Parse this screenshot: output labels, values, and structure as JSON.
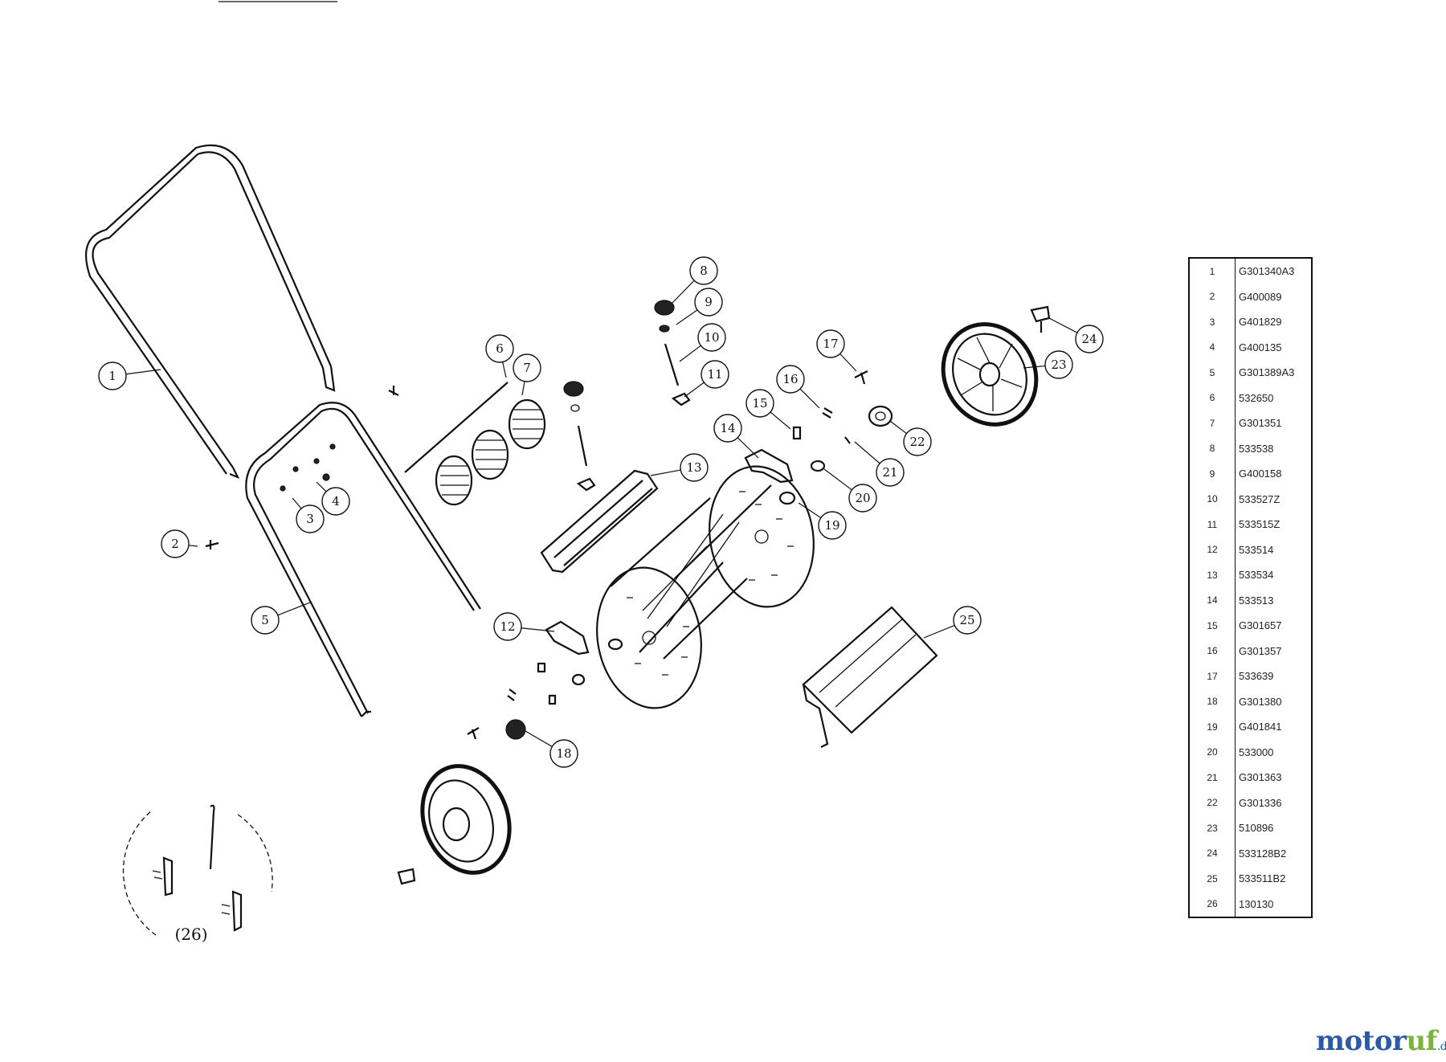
{
  "parts": [
    {
      "num": "1",
      "code": "G301340A3"
    },
    {
      "num": "2",
      "code": "G400089"
    },
    {
      "num": "3",
      "code": "G401829"
    },
    {
      "num": "4",
      "code": "G400135"
    },
    {
      "num": "5",
      "code": "G301389A3"
    },
    {
      "num": "6",
      "code": "532650"
    },
    {
      "num": "7",
      "code": "G301351"
    },
    {
      "num": "8",
      "code": "533538"
    },
    {
      "num": "9",
      "code": "G400158"
    },
    {
      "num": "10",
      "code": "533527Z"
    },
    {
      "num": "11",
      "code": "533515Z"
    },
    {
      "num": "12",
      "code": "533514"
    },
    {
      "num": "13",
      "code": "533534"
    },
    {
      "num": "14",
      "code": "533513"
    },
    {
      "num": "15",
      "code": "G301657"
    },
    {
      "num": "16",
      "code": "G301357"
    },
    {
      "num": "17",
      "code": "533639"
    },
    {
      "num": "18",
      "code": "G301380"
    },
    {
      "num": "19",
      "code": "G401841"
    },
    {
      "num": "20",
      "code": "533000"
    },
    {
      "num": "21",
      "code": "G301363"
    },
    {
      "num": "22",
      "code": "G301336"
    },
    {
      "num": "23",
      "code": "510896"
    },
    {
      "num": "24",
      "code": "533128B2"
    },
    {
      "num": "25",
      "code": "533511B2"
    },
    {
      "num": "26",
      "code": "130130"
    }
  ],
  "callouts": [
    "1",
    "2",
    "3",
    "4",
    "5",
    "6",
    "7",
    "8",
    "9",
    "10",
    "11",
    "12",
    "13",
    "14",
    "15",
    "16",
    "17",
    "18",
    "19",
    "20",
    "21",
    "22",
    "23",
    "24",
    "25"
  ],
  "detail_label": "(26)",
  "watermark": {
    "main": "motor",
    "accent": "uf",
    "tld": ".de"
  }
}
